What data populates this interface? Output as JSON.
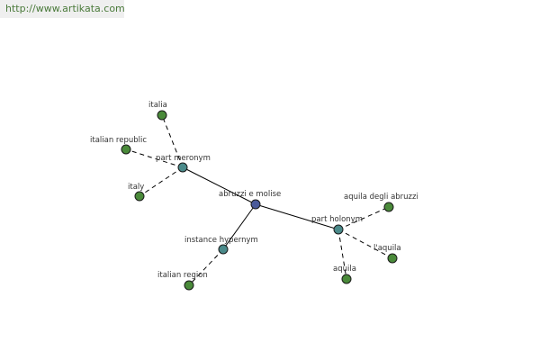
{
  "header": {
    "url": "http://www.artikata.com"
  },
  "colors": {
    "root": "#4a5a9a",
    "relation": "#4a8a8a",
    "leaf": "#4a8a3a"
  },
  "graph": {
    "nodes": [
      {
        "id": "abruzzi-e-molise",
        "label": "abruzzi e molise",
        "kind": "root"
      },
      {
        "id": "part-meronym",
        "label": "part meronym",
        "kind": "relation"
      },
      {
        "id": "part-holonym",
        "label": "part holonym",
        "kind": "relation"
      },
      {
        "id": "instance-hypernym",
        "label": "instance hypernym",
        "kind": "relation"
      },
      {
        "id": "italia",
        "label": "italia",
        "kind": "leaf"
      },
      {
        "id": "italian-republic",
        "label": "italian republic",
        "kind": "leaf"
      },
      {
        "id": "italy",
        "label": "italy",
        "kind": "leaf"
      },
      {
        "id": "aquila-degli-abruzzi",
        "label": "aquila degli abruzzi",
        "kind": "leaf"
      },
      {
        "id": "l-aquila",
        "label": "l'aquila",
        "kind": "leaf"
      },
      {
        "id": "aquila",
        "label": "aquila",
        "kind": "leaf"
      },
      {
        "id": "italian-region",
        "label": "italian region",
        "kind": "leaf"
      }
    ],
    "edges": [
      {
        "from": "abruzzi-e-molise",
        "to": "part-meronym",
        "style": "solid"
      },
      {
        "from": "abruzzi-e-molise",
        "to": "part-holonym",
        "style": "solid"
      },
      {
        "from": "abruzzi-e-molise",
        "to": "instance-hypernym",
        "style": "solid"
      },
      {
        "from": "part-meronym",
        "to": "italia",
        "style": "dashed"
      },
      {
        "from": "part-meronym",
        "to": "italian-republic",
        "style": "dashed"
      },
      {
        "from": "part-meronym",
        "to": "italy",
        "style": "dashed"
      },
      {
        "from": "part-holonym",
        "to": "aquila-degli-abruzzi",
        "style": "dashed"
      },
      {
        "from": "part-holonym",
        "to": "l-aquila",
        "style": "dashed"
      },
      {
        "from": "part-holonym",
        "to": "aquila",
        "style": "dashed"
      },
      {
        "from": "instance-hypernym",
        "to": "italian-region",
        "style": "dashed"
      }
    ]
  }
}
